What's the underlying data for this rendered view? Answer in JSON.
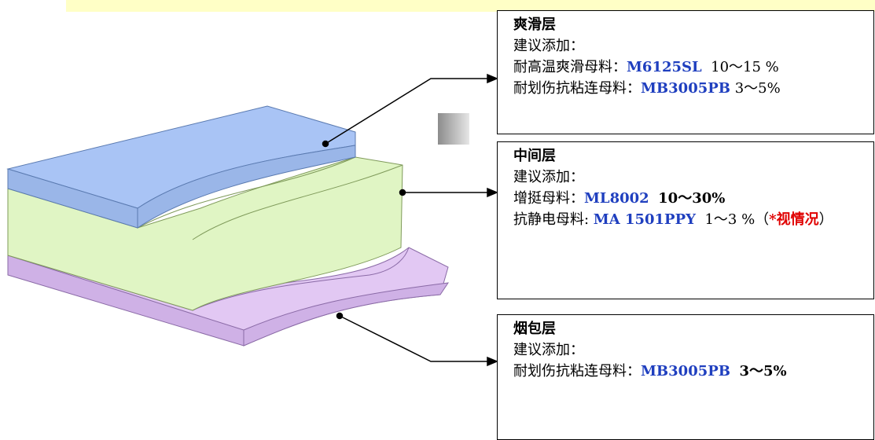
{
  "layers": {
    "top": {
      "title": "爽滑层",
      "subtitle": "建议添加：",
      "items": [
        {
          "name": "耐高温爽滑母料：",
          "code": "M6125SL",
          "amount": "10～15 %"
        },
        {
          "name": "耐划伤抗粘连母料：",
          "code": "MB3005PB",
          "amount": "3～5%"
        }
      ]
    },
    "middle": {
      "title": "中间层",
      "subtitle": "建议添加：",
      "items": [
        {
          "name": "增挺母料：",
          "code": "ML8002",
          "amount": "10～30%"
        },
        {
          "name": "抗静电母料: ",
          "code": "MA 1501PPY",
          "amount": "1～3 %（",
          "note": "*视情况",
          "close": "）"
        }
      ]
    },
    "bottom": {
      "title": "烟包层",
      "subtitle": "建议添加：",
      "items": [
        {
          "name": "耐划伤抗粘连母料：",
          "code": "MB3005PB",
          "amount": "3～5%"
        }
      ]
    }
  },
  "colors": {
    "top_layer": "#a9c4f5",
    "middle_layer": "#e0f5c4",
    "bottom_layer": "#e2c8f3",
    "code_blue": "#1f3fbf",
    "note_red": "#e00000"
  }
}
